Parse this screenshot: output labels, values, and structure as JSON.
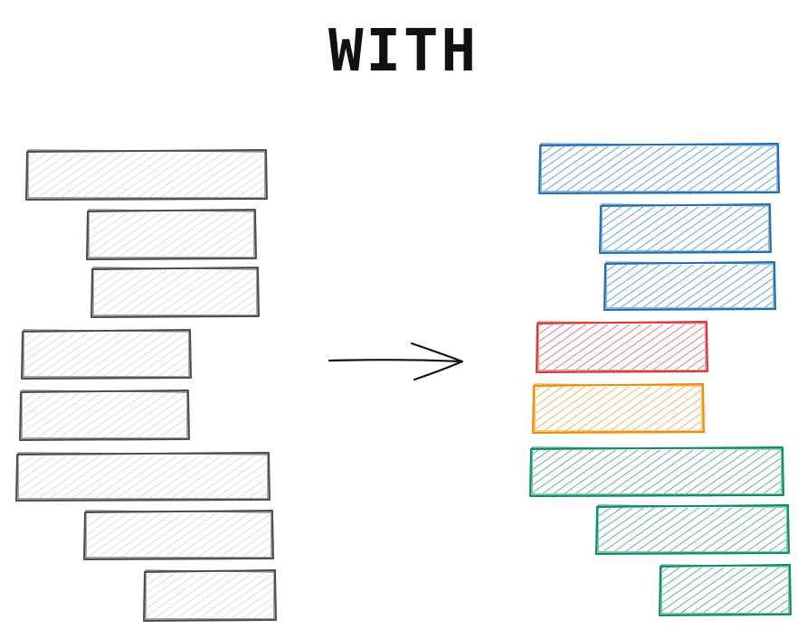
{
  "title": "WITH",
  "colors": {
    "stroke_gray": "#4a4f55",
    "fill_gray": "#ced4da",
    "blue": "#1f6fb5",
    "red": "#d03a3a",
    "orange": "#f08c00",
    "green": "#0f8c5f"
  },
  "left_bars": [
    {
      "name": "gray-bar-1"
    },
    {
      "name": "gray-bar-2"
    },
    {
      "name": "gray-bar-3"
    },
    {
      "name": "gray-bar-4"
    },
    {
      "name": "gray-bar-5"
    },
    {
      "name": "gray-bar-6"
    },
    {
      "name": "gray-bar-7"
    },
    {
      "name": "gray-bar-8"
    }
  ],
  "right_bars": [
    {
      "name": "blue-bar-1",
      "color": "blue"
    },
    {
      "name": "blue-bar-2",
      "color": "blue"
    },
    {
      "name": "blue-bar-3",
      "color": "blue"
    },
    {
      "name": "red-bar",
      "color": "red"
    },
    {
      "name": "orange-bar",
      "color": "orange"
    },
    {
      "name": "green-bar-1",
      "color": "green"
    },
    {
      "name": "green-bar-2",
      "color": "green"
    },
    {
      "name": "green-bar-3",
      "color": "green"
    }
  ],
  "arrow": {
    "name": "right-arrow-icon"
  }
}
